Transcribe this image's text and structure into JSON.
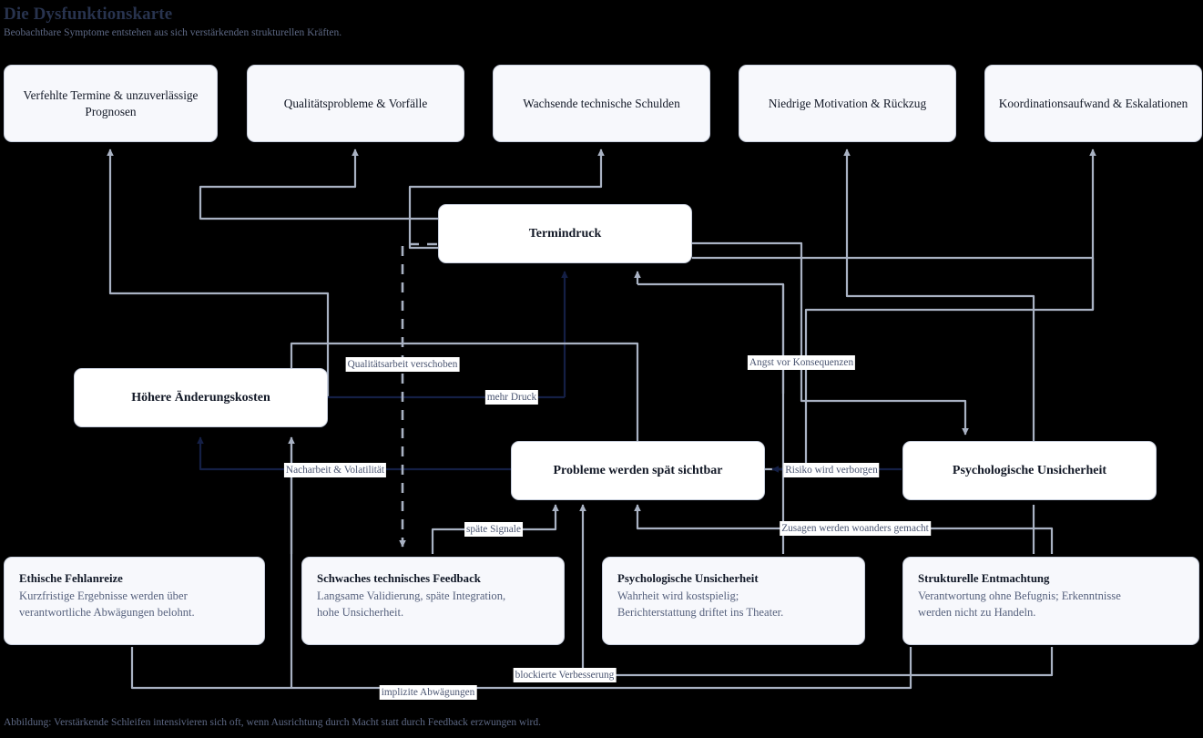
{
  "header": {
    "title": "Die Dysfunktionskarte",
    "subtitle": "Beobachtbare Symptome entstehen aus sich verstärkenden strukturellen Kräften."
  },
  "caption": "Abbildung: Verstärkende Schleifen intensivieren sich oft, wenn Ausrichtung durch Macht statt durch Feedback erzwungen wird.",
  "colors": {
    "title": "#28334e",
    "subtitle": "#5d6884",
    "edge_gray": "#a9b2c3",
    "edge_dark": "#141f45",
    "node_fill_symptom": "#f7f8fc",
    "node_fill_core": "#ffffff",
    "node_border": "#c9d0de",
    "background": "#000000"
  },
  "symptoms": [
    {
      "id": "sym1",
      "label": "Verfehlte Termine & unzuverlässige Prognosen"
    },
    {
      "id": "sym2",
      "label": "Qualitätsprobleme & Vorfälle"
    },
    {
      "id": "sym3",
      "label": "Wachsende technische Schulden"
    },
    {
      "id": "sym4",
      "label": "Niedrige Motivation & Rückzug"
    },
    {
      "id": "sym5",
      "label": "Koordinationsaufwand & Eskalationen"
    }
  ],
  "core_nodes": [
    {
      "id": "core_termindruck",
      "label": "Termindruck"
    },
    {
      "id": "core_aenderungskosten",
      "label": "Höhere Änderungskosten"
    },
    {
      "id": "core_spaet_sichtbar",
      "label": "Probleme werden spät sichtbar"
    },
    {
      "id": "core_unsicherheit",
      "label": "Psychologische Unsicherheit"
    }
  ],
  "root_causes": [
    {
      "id": "root_ethik",
      "title": "Ethische Fehlanreize",
      "desc": "Kurzfristige Ergebnisse werden über\nverantwortliche Abwägungen belohnt."
    },
    {
      "id": "root_feedback",
      "title": "Schwaches technisches Feedback",
      "desc": "Langsame Validierung, späte Integration,\nhohe Unsicherheit."
    },
    {
      "id": "root_unsicherheit",
      "title": "Psychologische Unsicherheit",
      "desc": "Wahrheit wird kostspielig;\nBerichterstattung driftet ins Theater."
    },
    {
      "id": "root_entmachtung",
      "title": "Strukturelle Entmachtung",
      "desc": "Verantwortung ohne Befugnis; Erkenntnisse\nwerden nicht zu Handeln."
    }
  ],
  "edge_labels": [
    {
      "id": "lbl_qualitaetsarbeit",
      "text": "Qualitätsarbeit verschoben"
    },
    {
      "id": "lbl_mehr_druck",
      "text": "mehr Druck"
    },
    {
      "id": "lbl_angst",
      "text": "Angst vor Konsequenzen"
    },
    {
      "id": "lbl_nacharbeit",
      "text": "Nacharbeit & Volatilität"
    },
    {
      "id": "lbl_risiko",
      "text": "Risiko wird verborgen"
    },
    {
      "id": "lbl_spaete_signale",
      "text": "späte Signale"
    },
    {
      "id": "lbl_zusagen",
      "text": "Zusagen werden woanders gemacht"
    },
    {
      "id": "lbl_blockierte",
      "text": "blockierte Verbesserung"
    },
    {
      "id": "lbl_implizite",
      "text": "implizite Abwägungen"
    }
  ]
}
